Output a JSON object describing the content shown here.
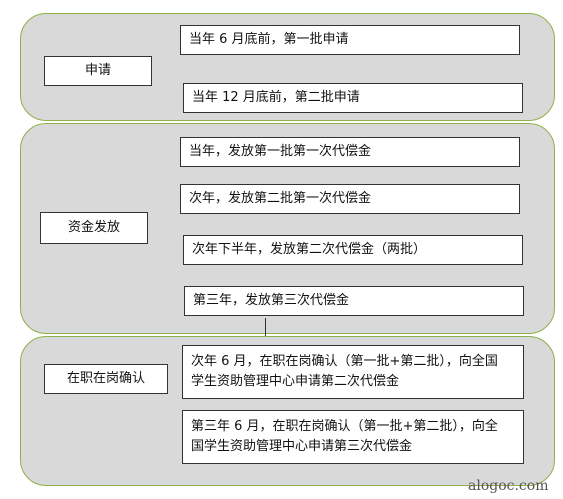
{
  "sections": [
    {
      "label": "申请",
      "items": [
        "当年 6 月底前，第一批申请",
        "当年 12 月底前，第二批申请"
      ]
    },
    {
      "label": "资金发放",
      "items": [
        "当年，发放第一批第一次代偿金",
        "次年，发放第二批第一次代偿金",
        "次年下半年，发放第二次代偿金（两批）",
        "第三年，发放第三次代偿金"
      ]
    },
    {
      "label": "在职在岗确认",
      "items": [
        {
          "line1": "次年 6 月，在职在岗确认（第一批+第二批），向全国",
          "line2": "学生资助管理中心申请第二次代偿金"
        },
        {
          "line1": "第三年 6 月，在职在岗确认（第一批+第二批），向全",
          "line2": "国学生资助管理中心申请第三次代偿金"
        }
      ]
    }
  ],
  "watermark": "alogoc.com"
}
